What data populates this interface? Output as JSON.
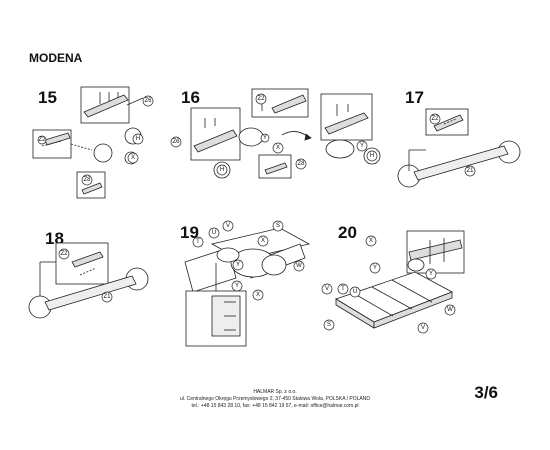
{
  "title": "MODENA",
  "steps": [
    {
      "number": "15"
    },
    {
      "number": "16"
    },
    {
      "number": "17"
    },
    {
      "number": "18"
    },
    {
      "number": "19"
    },
    {
      "number": "20"
    }
  ],
  "labels": {
    "z6": "Z6",
    "h": "H",
    "x": "X",
    "y": "Y",
    "z8": "Z8",
    "z1": "Z1",
    "z2": "Z2",
    "v": "V",
    "s": "S",
    "t": "T",
    "u": "U",
    "w": "W"
  },
  "footer": {
    "line1": "HALMAR Sp. z o.o.",
    "line2": "ul. Centralnego Okręgu Przemysłowego 2, 37-450 Stalowa Wola, POLSKA / POLAND",
    "line3": "tel.: +48 15 843 28 10, fax: +48 15 842 19 57, e-mail: office@halmar.com.pl"
  },
  "page_number": "3/6"
}
